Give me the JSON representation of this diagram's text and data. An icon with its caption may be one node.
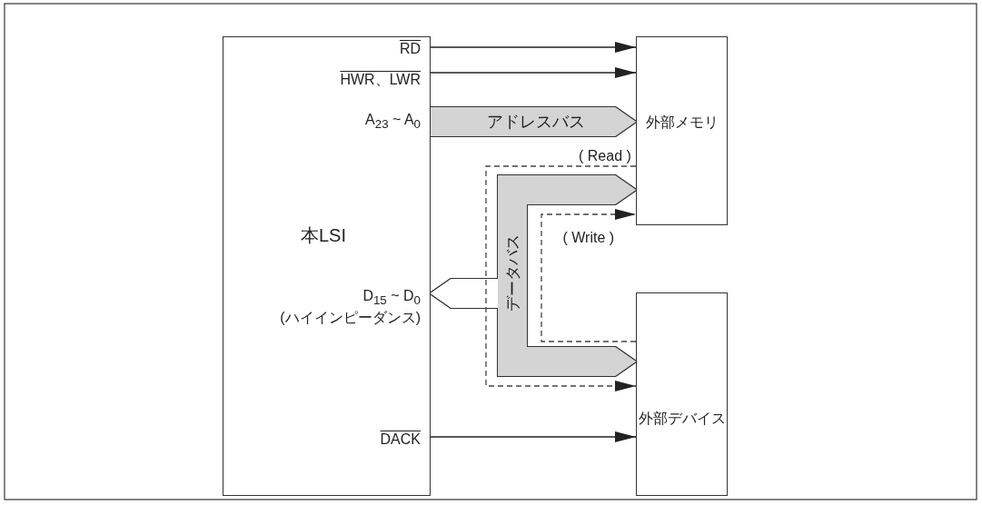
{
  "diagram": {
    "nodes": [
      {
        "text": [
          "本LSI"
        ]
      },
      {
        "text": [
          "外部メモリ"
        ]
      },
      {
        "text": [
          "外部デバイス"
        ]
      }
    ],
    "edges": [
      {
        "from": 0,
        "to": 1,
        "arrow": "to"
      },
      {
        "from": 0,
        "to": 1,
        "arrow": "to"
      },
      {
        "from": 0,
        "to": 1,
        "arrow": "to",
        "label": "アドレスバス",
        "style": "thick"
      },
      {
        "from": 0,
        "to": 1,
        "arrow": "both",
        "label": "データバス",
        "style": "thick"
      },
      {
        "from": 0,
        "to": 2,
        "arrow": "both",
        "style": "thick"
      },
      {
        "from": 1,
        "to": 2,
        "arrow": "to",
        "label": "( Read )",
        "style": "dashed"
      },
      {
        "from": 2,
        "to": 1,
        "arrow": "to",
        "label": "( Write )",
        "style": "dashed"
      },
      {
        "from": 0,
        "to": 2,
        "arrow": "to"
      }
    ],
    "labels": [
      "RD",
      "HWR、LWR",
      "A$_{23}$ ~ A$_{0}$",
      "D$_{15}$ ~ D$_{0}$",
      "(ハイインピーダンス)",
      "DACK"
    ]
  }
}
